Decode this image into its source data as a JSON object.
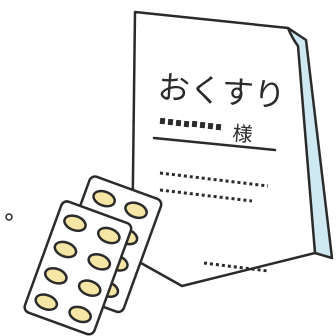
{
  "bag": {
    "title": "おくすり",
    "honorific": "様",
    "colors": {
      "outline": "#2b2b2b",
      "paper": "#ffffff",
      "fold": "#cfe9f3"
    }
  },
  "blister_packs": {
    "count": 2,
    "pills_per_pack": 8,
    "colors": {
      "pack": "#ffffff",
      "pill_fill": "#f6e6a6",
      "outline": "#2b2b2b"
    }
  }
}
